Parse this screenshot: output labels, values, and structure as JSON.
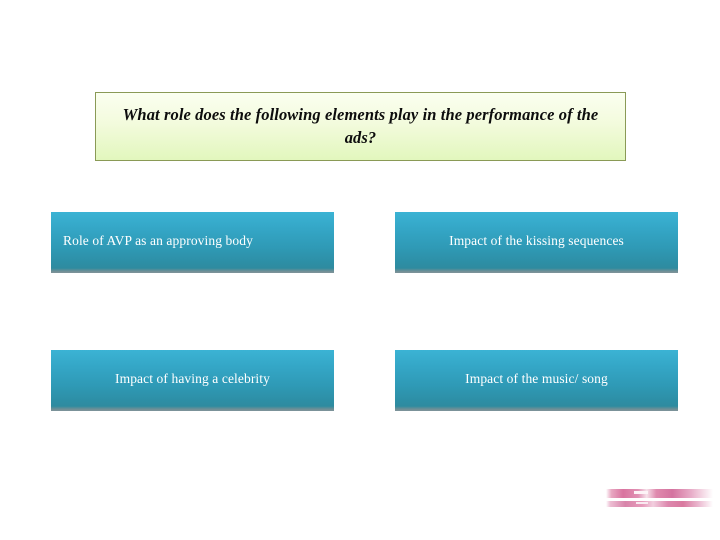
{
  "slide": {
    "background_color": "#ffffff",
    "title": {
      "text": "What role does the following elements play in the performance of the ads?",
      "line1": "What role does the following elements play in the",
      "line2": "performance of the ads?",
      "text_color": "#0d0d0d",
      "fill_top_color": "#fbfff0",
      "fill_bottom_color": "#e2f7bd",
      "border_color": "#8a9a56"
    },
    "items": [
      {
        "label": "Role of AVP as an approving body",
        "align": "left",
        "fill_top_color": "#3bb3d4",
        "fill_bottom_color": "#2e8b9f",
        "text_color": "#ffffff"
      },
      {
        "label": "Impact of the kissing sequences",
        "align": "center",
        "fill_top_color": "#3bb3d4",
        "fill_bottom_color": "#2e8b9f",
        "text_color": "#ffffff"
      },
      {
        "label": "Impact of having a celebrity",
        "align": "center",
        "fill_top_color": "#3bb3d4",
        "fill_bottom_color": "#2e8b9f",
        "text_color": "#ffffff"
      },
      {
        "label": "Impact of the music/ song",
        "align": "center",
        "fill_top_color": "#3bb3d4",
        "fill_bottom_color": "#2e8b9f",
        "text_color": "#ffffff"
      }
    ],
    "decoration": {
      "name": "pink-stripe-artifact",
      "color": "#d9739f"
    }
  }
}
